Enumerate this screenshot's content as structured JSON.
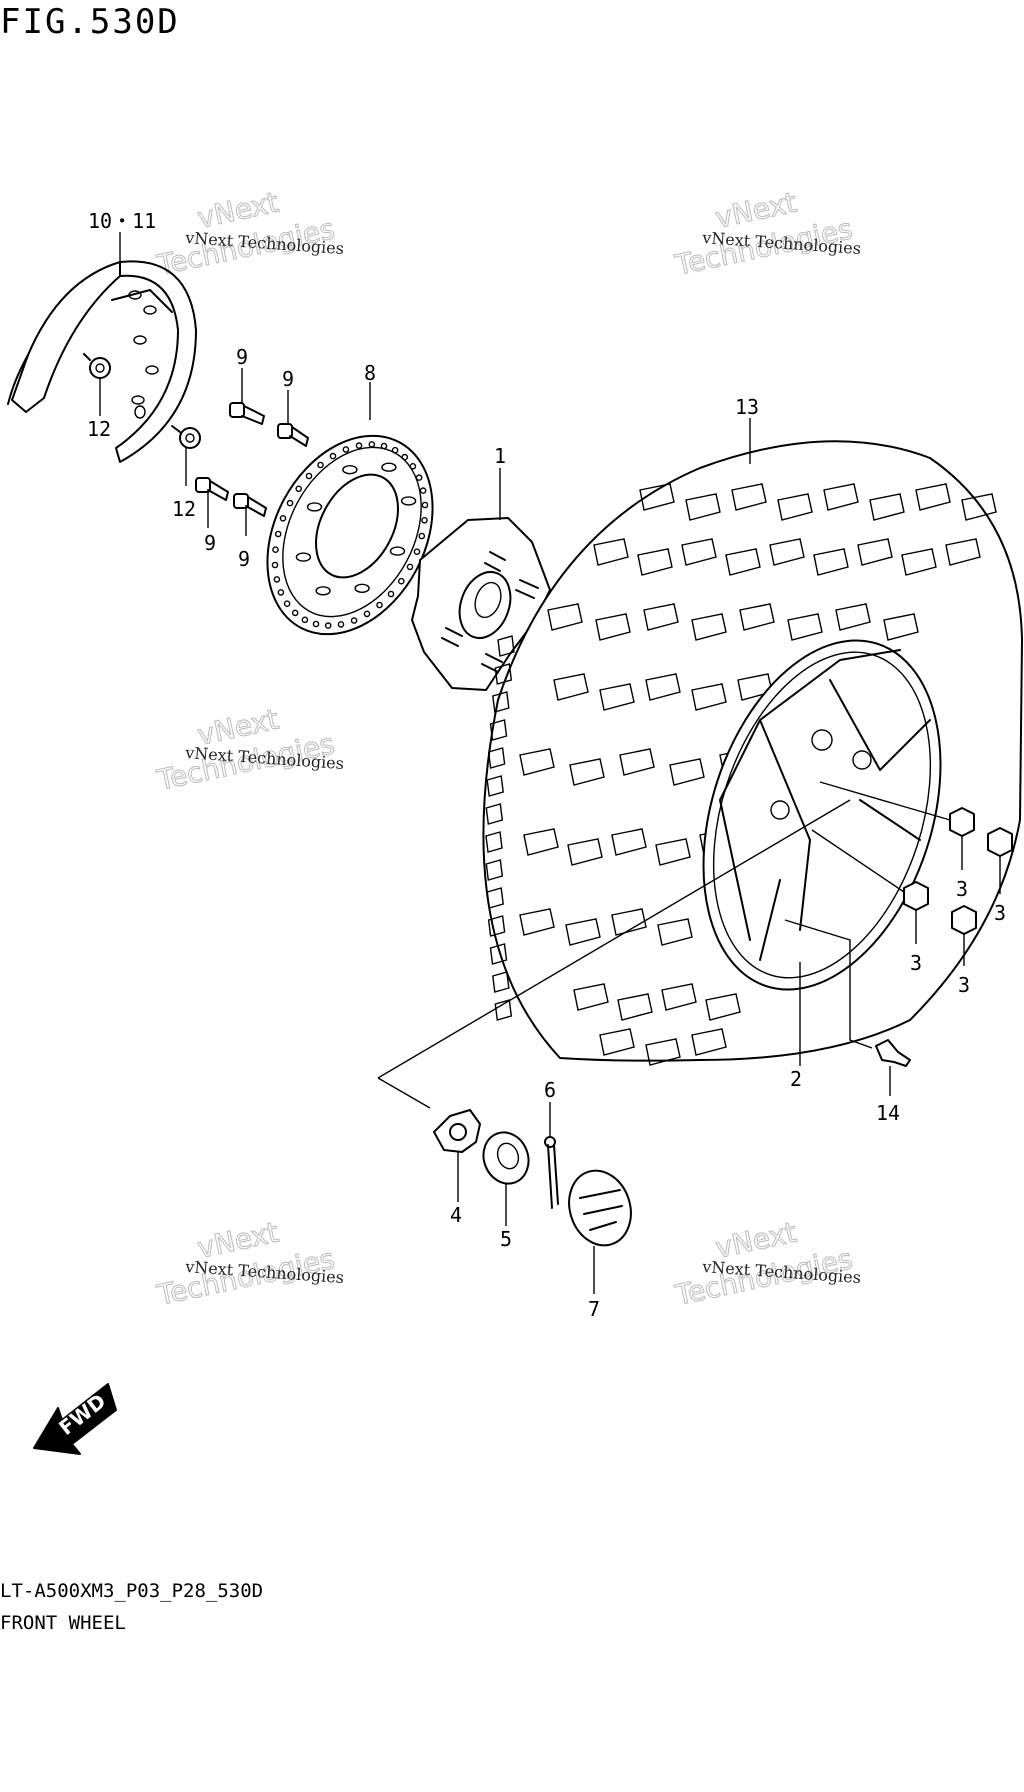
{
  "figure": {
    "title": "FIG.530D",
    "code": "LT-A500XM3_P03_P28_530D",
    "name": "FRONT WHEEL"
  },
  "callouts": {
    "c1011": "10・11",
    "c12a": "12",
    "c12b": "12",
    "c9a": "9",
    "c9b": "9",
    "c9c": "9",
    "c9d": "9",
    "c8": "8",
    "c1": "1",
    "c13": "13",
    "c3a": "3",
    "c3b": "3",
    "c3c": "3",
    "c3d": "3",
    "c2": "2",
    "c14": "14",
    "c6": "6",
    "c4": "4",
    "c5": "5",
    "c7": "7"
  },
  "direction_arrow": {
    "label": "FWD",
    "icon": "fwd-arrow-icon"
  },
  "watermark": {
    "line1": "vNext Technologies",
    "line2": "vNext",
    "line3": "Technologies"
  }
}
